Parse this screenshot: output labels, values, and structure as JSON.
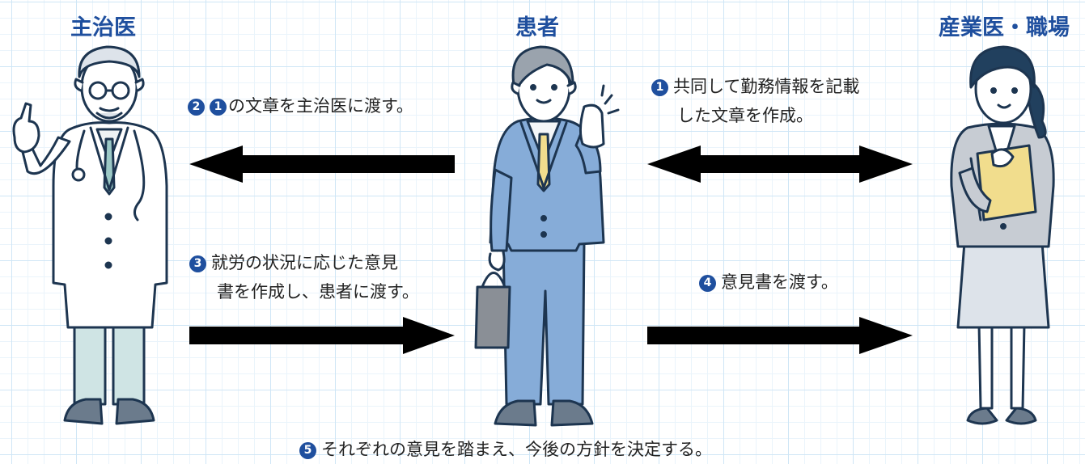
{
  "roles": {
    "doctor": "主治医",
    "patient": "患者",
    "workplace": "産業医・職場"
  },
  "steps": {
    "s1": {
      "num": "1",
      "line1": "共同して勤務情報を記載",
      "line2": "した文章を作成。"
    },
    "s2": {
      "num": "2",
      "ref": "1",
      "text": "の文章を主治医に渡す。"
    },
    "s3": {
      "num": "3",
      "line1": "就労の状況に応じた意見",
      "line2": "書を作成し、患者に渡す。"
    },
    "s4": {
      "num": "4",
      "text": "意見書を渡す。"
    },
    "s5": {
      "num": "5",
      "text": "それぞれの意見を踏まえ、今後の方針を決定する。"
    }
  },
  "colors": {
    "title": "#1f4f9e",
    "grid": "#cfe6f6",
    "suit": "#86acd8",
    "doctor_coat": "#ffffff",
    "arrow": "#000000"
  }
}
